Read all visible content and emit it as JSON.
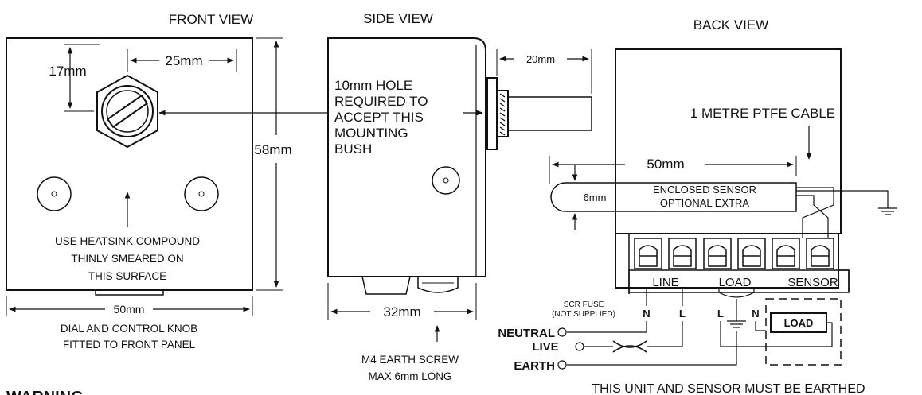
{
  "views": {
    "front": "FRONT VIEW",
    "side": "SIDE VIEW",
    "back": "BACK VIEW"
  },
  "front": {
    "dim_top": "17mm",
    "dim_horizontal": "25mm",
    "dim_height": "58mm",
    "dim_width": "50mm",
    "note_lines": [
      "USE HEATSINK COMPOUND",
      "THINLY SMEARED ON",
      "THIS SURFACE"
    ],
    "caption_lines": [
      "DIAL AND CONTROL KNOB",
      "FITTED TO FRONT PANEL"
    ]
  },
  "side": {
    "hole_lines": [
      "10mm HOLE",
      "REQUIRED TO",
      "ACCEPT THIS",
      "MOUNTING",
      "BUSH"
    ],
    "dim_bush": "20mm",
    "dim_width": "32mm",
    "screw_lines": [
      "M4 EARTH SCREW",
      "MAX 6mm LONG"
    ]
  },
  "back": {
    "cable_label": "1 METRE PTFE CABLE",
    "dim_50": "50mm",
    "dim_6": "6mm",
    "sensor_lines": [
      "ENCLOSED SENSOR",
      "OPTIONAL EXTRA"
    ],
    "terminal_labels": [
      "LINE",
      "LOAD",
      "SENSOR"
    ],
    "fuse_lines": [
      "SCR FUSE",
      "(NOT SUPPLIED)"
    ],
    "letters": [
      "N",
      "L",
      "L",
      "N"
    ],
    "load_label": "LOAD"
  },
  "wiring": {
    "neutral": "NEUTRAL",
    "live": "LIVE",
    "earth": "EARTH"
  },
  "earthed_note": "THIS UNIT AND SENSOR MUST BE EARTHED",
  "warning": "WARNING"
}
